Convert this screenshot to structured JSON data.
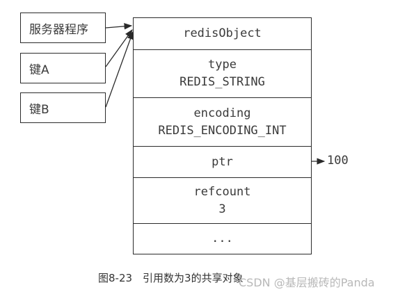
{
  "references": [
    {
      "label": "服务器程序"
    },
    {
      "label": "键A"
    },
    {
      "label": "键B"
    }
  ],
  "object": {
    "title": "redisObject",
    "type_label": "type",
    "type_value": "REDIS_STRING",
    "encoding_label": "encoding",
    "encoding_value": "REDIS_ENCODING_INT",
    "ptr_label": "ptr",
    "refcount_label": "refcount",
    "refcount_value": "3",
    "ellipsis": "..."
  },
  "ptr_target": "100",
  "caption": "图8-23　引用数为3的共享对象",
  "watermark": "CSDN @基层搬砖的Panda",
  "colors": {
    "stroke": "#2a2a2a",
    "text": "#3a3a3a",
    "watermark": "#b8b8b8"
  }
}
